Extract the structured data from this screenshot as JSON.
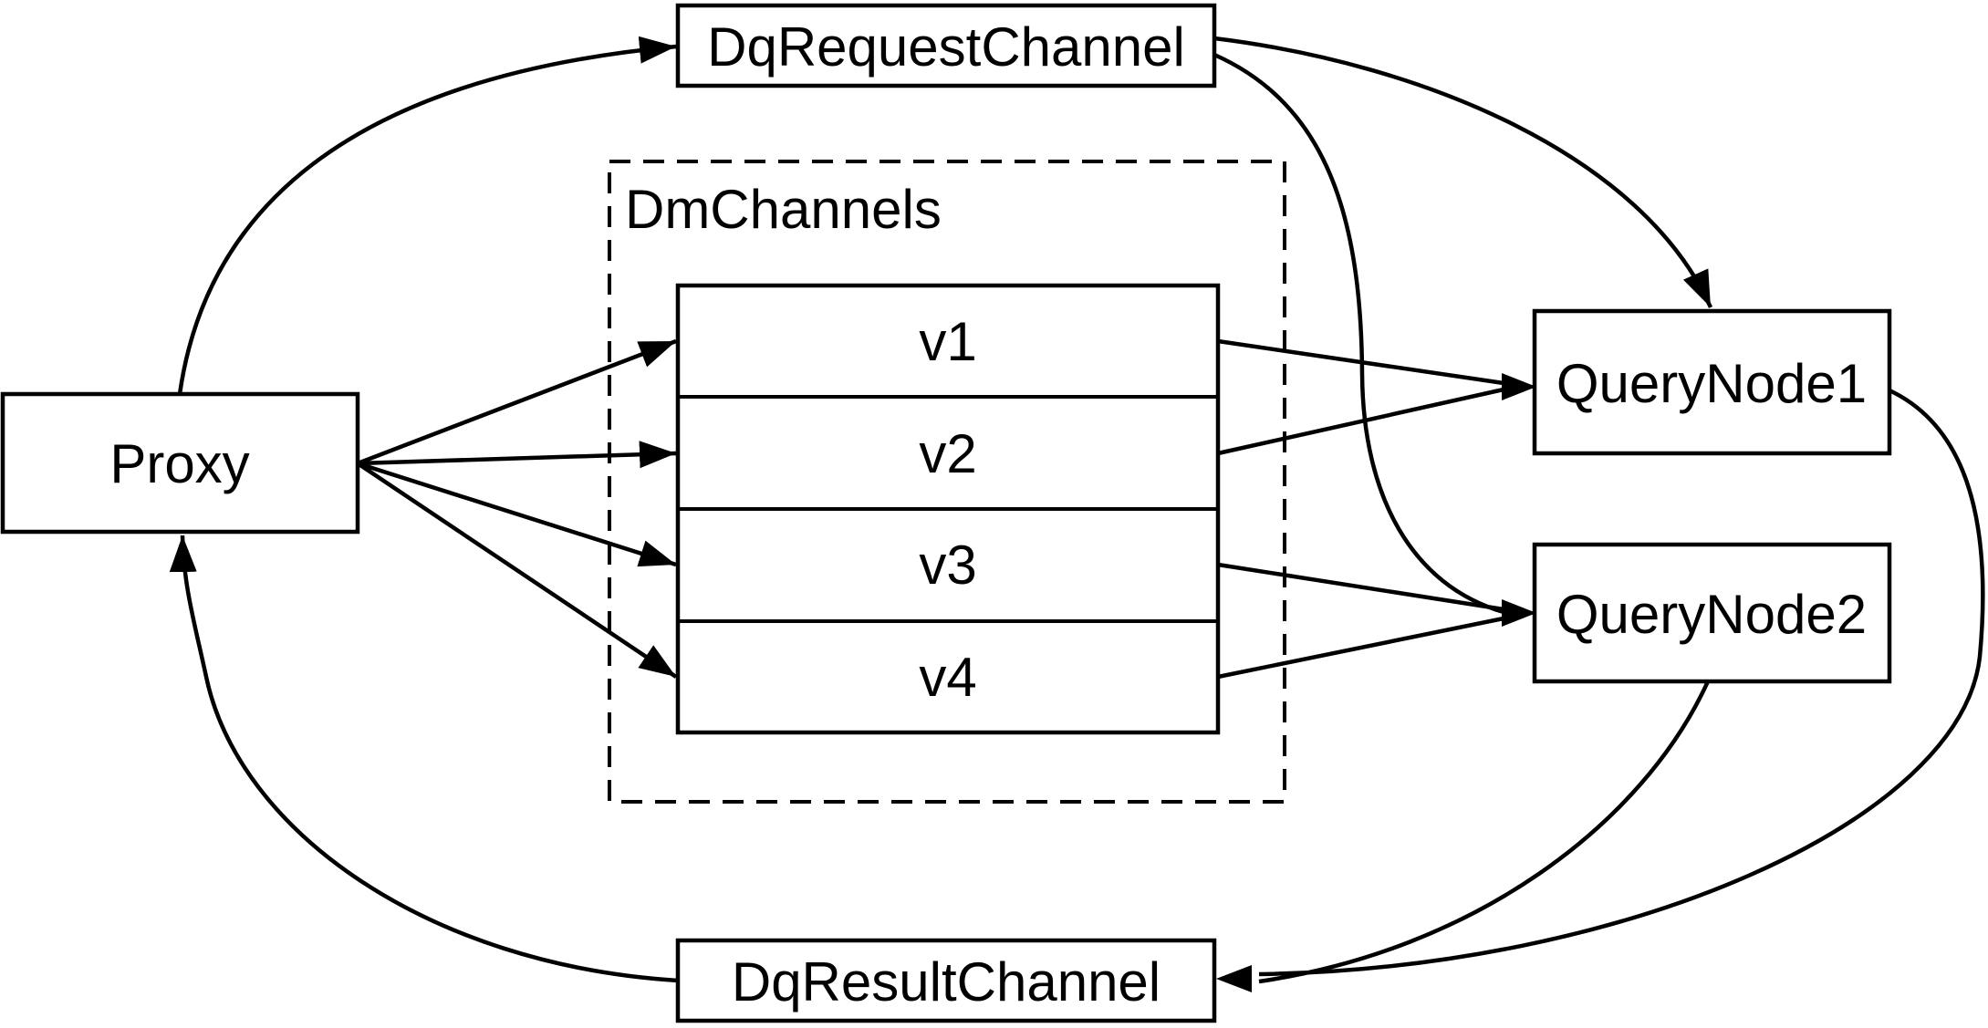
{
  "colors": {
    "background": "#ffffff",
    "ink": "#000000"
  },
  "diagram": {
    "nodes": {
      "proxy": {
        "label": "Proxy"
      },
      "dq_request_channel": {
        "label": "DqRequestChannel"
      },
      "dm_channels": {
        "label": "DmChannels",
        "channels": [
          {
            "label": "v1"
          },
          {
            "label": "v2"
          },
          {
            "label": "v3"
          },
          {
            "label": "v4"
          }
        ]
      },
      "query_node_1": {
        "label": "QueryNode1"
      },
      "query_node_2": {
        "label": "QueryNode2"
      },
      "dq_result_channel": {
        "label": "DqResultChannel"
      }
    },
    "edges": [
      {
        "from": "Proxy",
        "to": "DqRequestChannel"
      },
      {
        "from": "Proxy",
        "to": "v1"
      },
      {
        "from": "Proxy",
        "to": "v2"
      },
      {
        "from": "Proxy",
        "to": "v3"
      },
      {
        "from": "Proxy",
        "to": "v4"
      },
      {
        "from": "v1",
        "to": "QueryNode1"
      },
      {
        "from": "v2",
        "to": "QueryNode1"
      },
      {
        "from": "v3",
        "to": "QueryNode2"
      },
      {
        "from": "v4",
        "to": "QueryNode2"
      },
      {
        "from": "DqRequestChannel",
        "to": "QueryNode1"
      },
      {
        "from": "DqRequestChannel",
        "to": "QueryNode2"
      },
      {
        "from": "QueryNode1",
        "to": "DqResultChannel"
      },
      {
        "from": "QueryNode2",
        "to": "DqResultChannel"
      },
      {
        "from": "DqResultChannel",
        "to": "Proxy"
      }
    ]
  }
}
